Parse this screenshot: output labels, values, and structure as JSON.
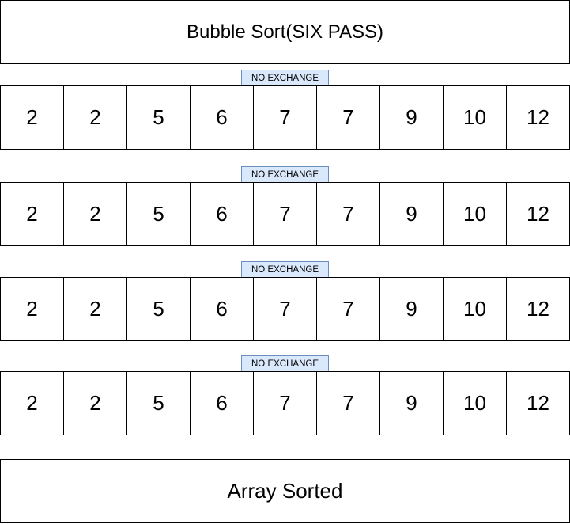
{
  "title": "Bubble Sort(SIX PASS)",
  "passes": [
    {
      "badge": "NO EXCHANGE",
      "values": [
        "2",
        "2",
        "5",
        "6",
        "7",
        "7",
        "9",
        "10",
        "12"
      ]
    },
    {
      "badge": "NO EXCHANGE",
      "values": [
        "2",
        "2",
        "5",
        "6",
        "7",
        "7",
        "9",
        "10",
        "12"
      ]
    },
    {
      "badge": "NO EXCHANGE",
      "values": [
        "2",
        "2",
        "5",
        "6",
        "7",
        "7",
        "9",
        "10",
        "12"
      ]
    },
    {
      "badge": "NO EXCHANGE",
      "values": [
        "2",
        "2",
        "5",
        "6",
        "7",
        "7",
        "9",
        "10",
        "12"
      ]
    }
  ],
  "footer": "Array Sorted",
  "colors": {
    "badge_fill": "#dae8fc",
    "badge_border": "#6c8ebf",
    "line": "#000000"
  }
}
